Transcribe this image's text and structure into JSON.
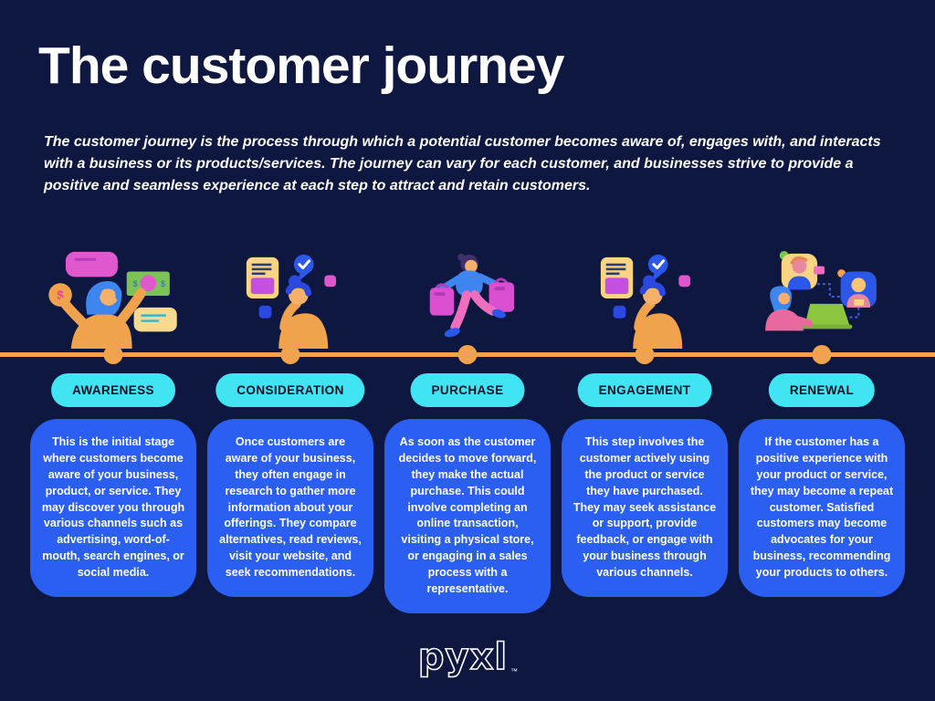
{
  "page": {
    "title": "The customer journey",
    "description": "The customer journey is the process through which a potential customer becomes aware of, engages with, and interacts with a business or its products/services. The journey can vary for each customer, and businesses strive to provide a positive and seamless experience at each step to attract and retain customers.",
    "logo": "pyxl",
    "logo_tm": "™"
  },
  "colors": {
    "background": "#0d1740",
    "card_blue": "#2a5ff2",
    "pill_cyan": "#41e4f2",
    "pill_text": "#0a1026",
    "timeline_orange": "#f0a24c",
    "text_white": "#ffffff"
  },
  "stages": [
    {
      "label": "AWARENESS",
      "description": "This is the initial stage where customers become aware of your business, product, or service. They may discover you through various channels such as advertising, word-of-mouth, search engines, or social media.",
      "illustration": "person-presenting-money-icon"
    },
    {
      "label": "CONSIDERATION",
      "description": "Once customers are aware of your business, they often engage in research to gather more information about your offerings. They compare alternatives, read reviews, visit your website, and seek recommendations.",
      "illustration": "person-thinking-document-icon"
    },
    {
      "label": "PURCHASE",
      "description": "As soon as the customer decides to move forward, they make the actual purchase. This could involve completing an online transaction, visiting a physical store, or engaging in a sales process with a representative.",
      "illustration": "person-shopping-bags-icon"
    },
    {
      "label": "ENGAGEMENT",
      "description": "This step involves the customer actively using the product or service they have purchased. They may seek assistance or support, provide feedback, or engage with your business through various channels.",
      "illustration": "person-thinking-document-icon"
    },
    {
      "label": "RENEWAL",
      "description": "If the customer has a positive experience with your product or service, they may become a repeat customer. Satisfied customers may become advocates for your business, recommending your products to others.",
      "illustration": "person-video-call-laptop-icon"
    }
  ]
}
